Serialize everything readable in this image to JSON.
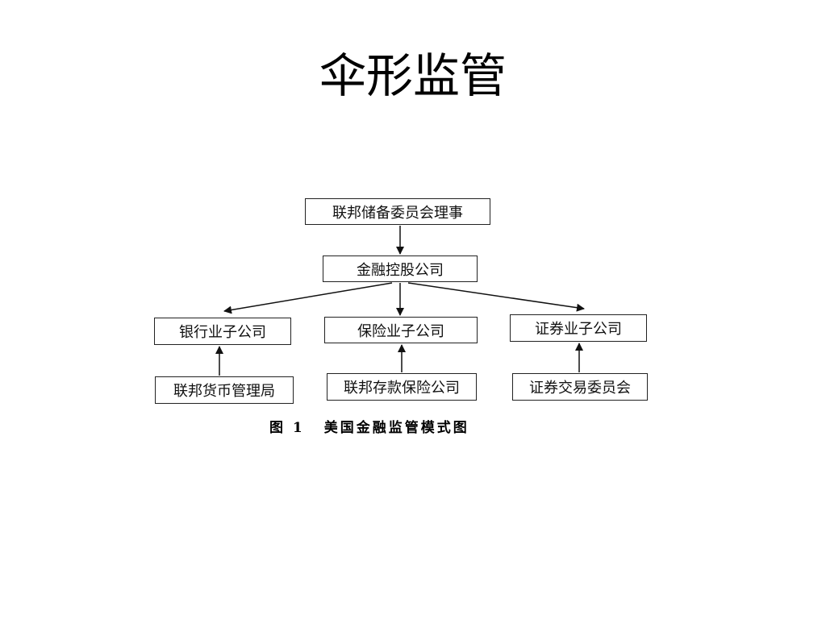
{
  "title": "伞形监管",
  "diagram": {
    "top": "联邦储备委员会理事",
    "holding": "金融控股公司",
    "subsidiaries": {
      "bank": "银行业子公司",
      "insurance": "保险业子公司",
      "securities": "证券业子公司"
    },
    "regulators": {
      "bank": "联邦货币管理局",
      "insurance": "联邦存款保险公司",
      "securities": "证券交易委员会"
    },
    "caption_number": "图 1",
    "caption_text": "美国金融监管模式图"
  }
}
